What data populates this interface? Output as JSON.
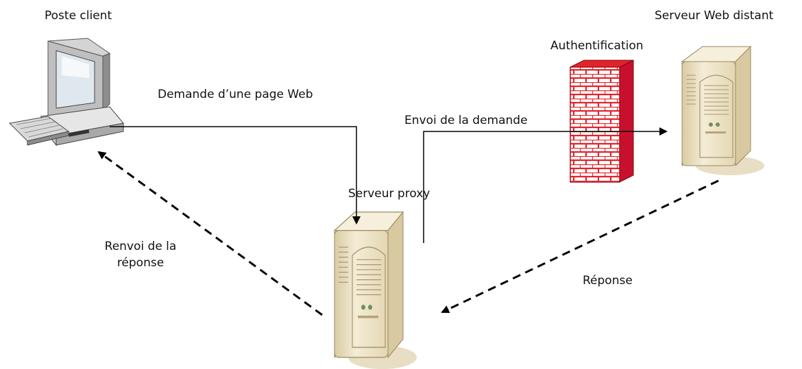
{
  "labels": {
    "client": "Poste client",
    "remote_server": "Serveur Web distant",
    "authentication": "Authentification",
    "request_page": "Demande d’une page Web",
    "send_request": "Envoi de la demande",
    "proxy": "Serveur proxy",
    "return_response_line1": "Renvoi de la",
    "return_response_line2": "réponse",
    "response": "Réponse"
  },
  "colors": {
    "firewall_brick": "#ffffff",
    "firewall_mortar": "#e2232a",
    "firewall_side": "#c8102e",
    "server_body": "#efe4c8",
    "server_shadow": "#c9b98f",
    "arrow": "#000000"
  },
  "icons": {
    "client": "desktop-computer-icon",
    "proxy": "server-tower-icon",
    "remote": "server-tower-icon",
    "firewall": "brick-firewall-icon"
  }
}
